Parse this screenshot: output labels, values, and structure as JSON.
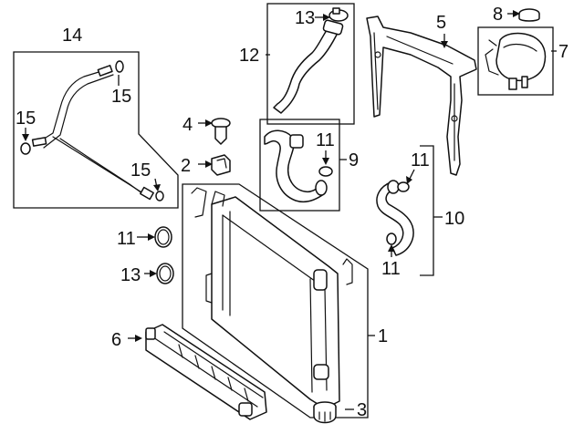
{
  "diagram": {
    "callouts": [
      {
        "id": "1",
        "label": "1"
      },
      {
        "id": "2",
        "label": "2"
      },
      {
        "id": "3",
        "label": "3"
      },
      {
        "id": "4",
        "label": "4"
      },
      {
        "id": "5",
        "label": "5"
      },
      {
        "id": "6",
        "label": "6"
      },
      {
        "id": "7",
        "label": "7"
      },
      {
        "id": "8",
        "label": "8"
      },
      {
        "id": "9",
        "label": "9"
      },
      {
        "id": "10",
        "label": "10"
      },
      {
        "id": "11a",
        "label": "11"
      },
      {
        "id": "11b",
        "label": "11"
      },
      {
        "id": "11c",
        "label": "11"
      },
      {
        "id": "11d",
        "label": "11"
      },
      {
        "id": "12",
        "label": "12"
      },
      {
        "id": "13a",
        "label": "13"
      },
      {
        "id": "13b",
        "label": "13"
      },
      {
        "id": "14",
        "label": "14"
      },
      {
        "id": "15a",
        "label": "15"
      },
      {
        "id": "15b",
        "label": "15"
      },
      {
        "id": "15c",
        "label": "15"
      }
    ],
    "colors": {
      "line": "#111111",
      "background": "#ffffff"
    }
  }
}
